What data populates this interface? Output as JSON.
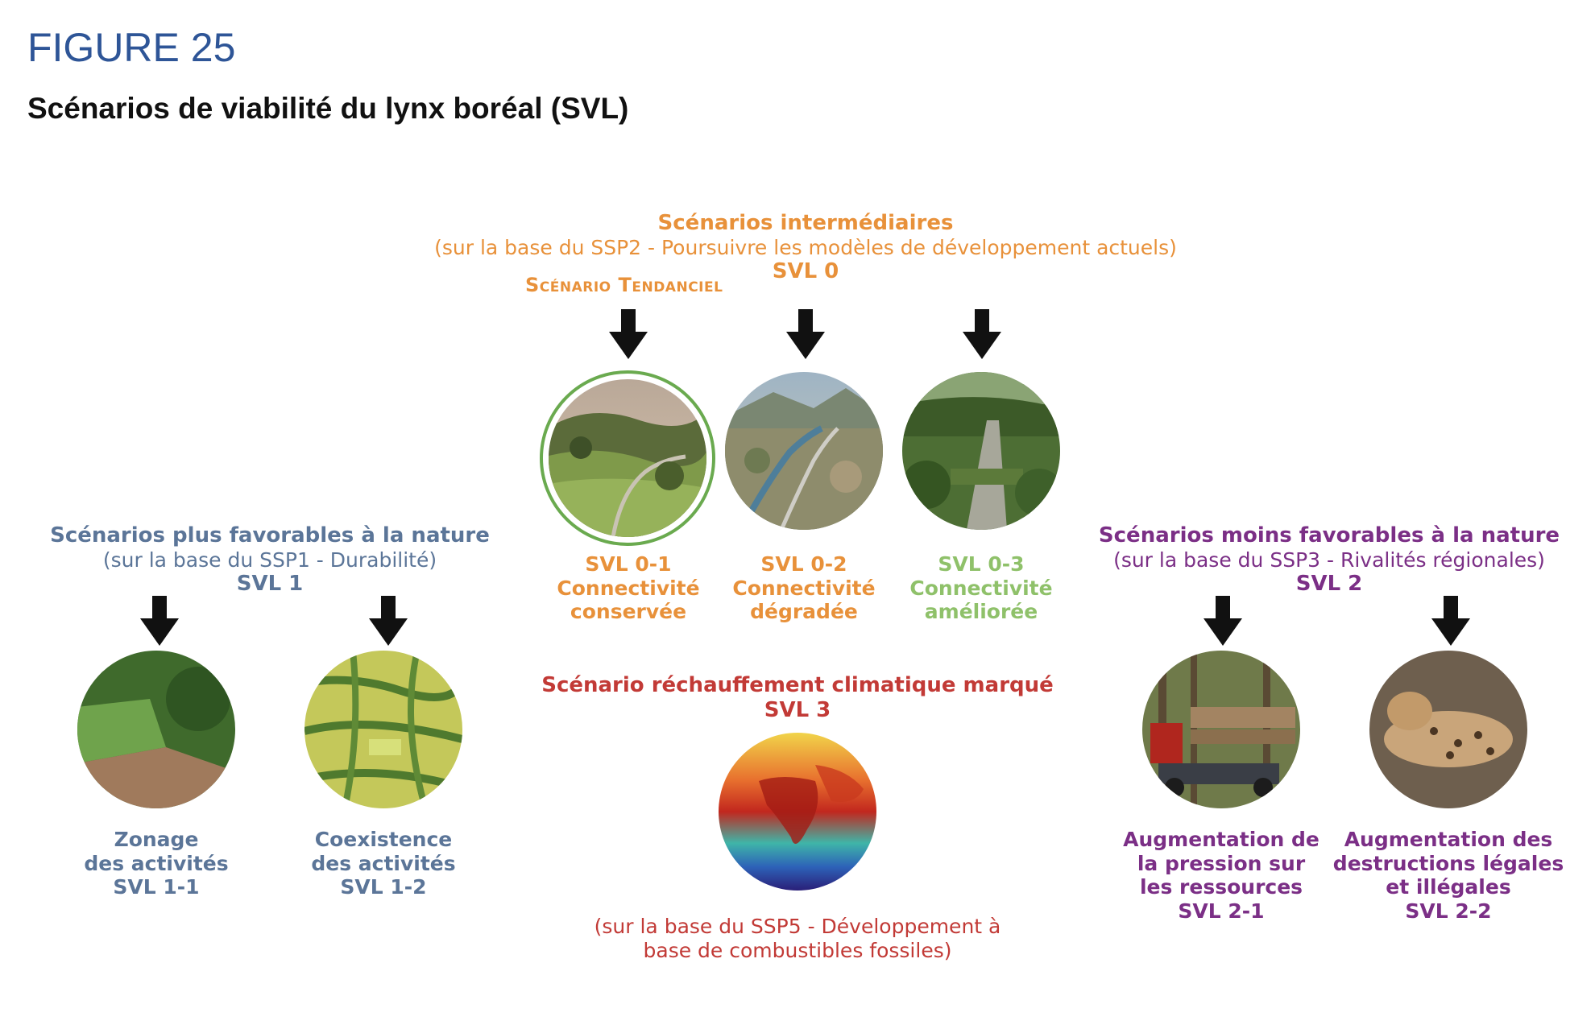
{
  "figure": {
    "label": "FIGURE 25",
    "title": "Scénarios de viabilité du lynx boréal (SVL)"
  },
  "intermediate": {
    "title": "Scénarios intermédiaires",
    "basis": "(sur la base du SSP2 - Poursuivre les modèles de développement actuels)",
    "code": "SVL 0",
    "trend_label": "Scénario Tendanciel",
    "items": [
      {
        "code": "SVL 0-1",
        "line1": "Connectivité",
        "line2": "conservée",
        "image": "rural-valley-road-photo",
        "color": "#e8913a"
      },
      {
        "code": "SVL 0-2",
        "line1": "Connectivité",
        "line2": "dégradée",
        "image": "valley-highway-river-photo",
        "color": "#e8913a"
      },
      {
        "code": "SVL 0-3",
        "line1": "Connectivité",
        "line2": "améliorée",
        "image": "wildlife-overpass-photo",
        "color": "#8fc16a"
      }
    ]
  },
  "favorable": {
    "title": "Scénarios plus favorables à la nature",
    "basis": "(sur la base du SSP1 - Durabilité)",
    "code": "SVL 1",
    "items": [
      {
        "line1": "Zonage",
        "line2": "des activités",
        "code": "SVL 1-1",
        "image": "forest-field-aerial-photo"
      },
      {
        "line1": "Coexistence",
        "line2": "des activités",
        "code": "SVL 1-2",
        "image": "hedgerow-landscape-illustration"
      }
    ]
  },
  "less_favorable": {
    "title": "Scénarios moins favorables à la nature",
    "basis": "(sur la base du SSP3 - Rivalités régionales)",
    "code": "SVL 2",
    "items": [
      {
        "line1": "Augmentation de",
        "line2": "la pression sur",
        "line3": "les ressources",
        "code": "SVL 2-1",
        "image": "logging-truck-photo"
      },
      {
        "line1": "Augmentation des",
        "line2": "destructions légales",
        "line3": "et illégales",
        "code": "SVL 2-2",
        "image": "dead-lynx-photo"
      }
    ]
  },
  "climate": {
    "title": "Scénario réchauffement climatique marqué",
    "code": "SVL 3",
    "basis_line1": "(sur la base du SSP5 - Développement à",
    "basis_line2": "base de combustibles fossiles)",
    "image": "global-temperature-map"
  },
  "colors": {
    "figure_label": "#2e5597",
    "orange": "#e8913a",
    "green": "#8fc16a",
    "blue": "#5b7598",
    "purple": "#7b2f86",
    "red": "#c23a36",
    "highlight_ring": "#6aaa4f"
  }
}
